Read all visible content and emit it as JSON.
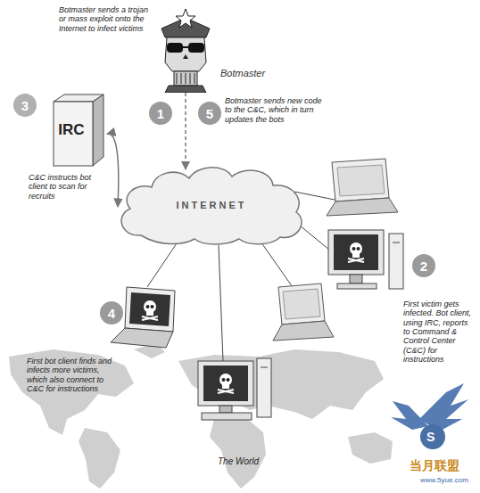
{
  "diagram": {
    "nodes": [
      {
        "text": [
          "Botmaster"
        ]
      },
      {
        "text": [
          "1"
        ]
      },
      {
        "text": [
          "5"
        ]
      },
      {
        "text": [
          "IRC"
        ]
      },
      {
        "text": [
          "3"
        ]
      },
      {
        "text": [
          "INTERNET"
        ]
      },
      {
        "text": [
          "2"
        ]
      },
      {
        "text": [
          "4"
        ]
      }
    ],
    "edges": [
      {
        "from": 0,
        "to": 5,
        "arrow": "to"
      },
      {
        "from": 3,
        "to": 5,
        "arrow": "both"
      }
    ],
    "labels": [
      "Botmaster sends a trojan or mass exploit onto the Internet to infect victims",
      "Botmaster sends new code to the C&C, which in turn updates the bots",
      "C&C instructs bot client to scan for recruits",
      "First victim gets infected. Bot client, using IRC, reports to Command & Control Center (C&C) for instructions",
      "First bot client finds and infects more victims, which also connect to C&C for instructions",
      "The World",
      "S",
      "当月联盟",
      "www.5yue.com"
    ]
  }
}
